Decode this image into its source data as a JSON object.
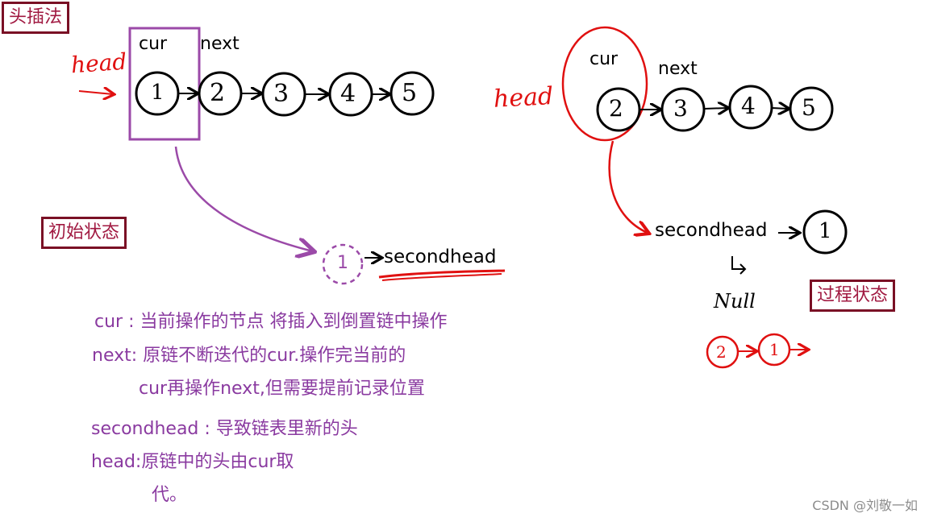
{
  "titles": {
    "head_insert": "头插法",
    "initial_state": "初始状态",
    "process_state": "过程状态"
  },
  "left_diagram": {
    "cur_label": "cur",
    "next_label": "next",
    "head_label": "head",
    "nodes": [
      "1",
      "2",
      "3",
      "4",
      "5"
    ],
    "dashed_node": "1",
    "secondhead_label": "secondhead"
  },
  "right_diagram": {
    "cur_label": "cur",
    "next_label": "next",
    "head_label": "head",
    "nodes": [
      "2",
      "3",
      "4",
      "5"
    ],
    "secondhead_label": "secondhead",
    "secondhead_node": "1",
    "null_label": "Null",
    "small_nodes": [
      "2",
      "1"
    ]
  },
  "notes": {
    "line1_key": "cur :",
    "line1_text": "当前操作的节点 将插入到倒置链中操作",
    "line2_key": "next:",
    "line2_text": "原链不断迭代的cur.操作完当前的",
    "line3_text": "cur再操作next,但需要提前记录位置",
    "line4_key": "secondhead :",
    "line4_text": "导致链表里新的头",
    "line5_key": "head:",
    "line5_text": "原链中的头由cur取",
    "line6_text": "代。"
  },
  "watermark": "CSDN @刘敬一如",
  "colors": {
    "title_border": "#7a1025",
    "title_text": "#a01840",
    "purple": "#9b4aa8",
    "red": "#e01010",
    "black": "#000000"
  }
}
